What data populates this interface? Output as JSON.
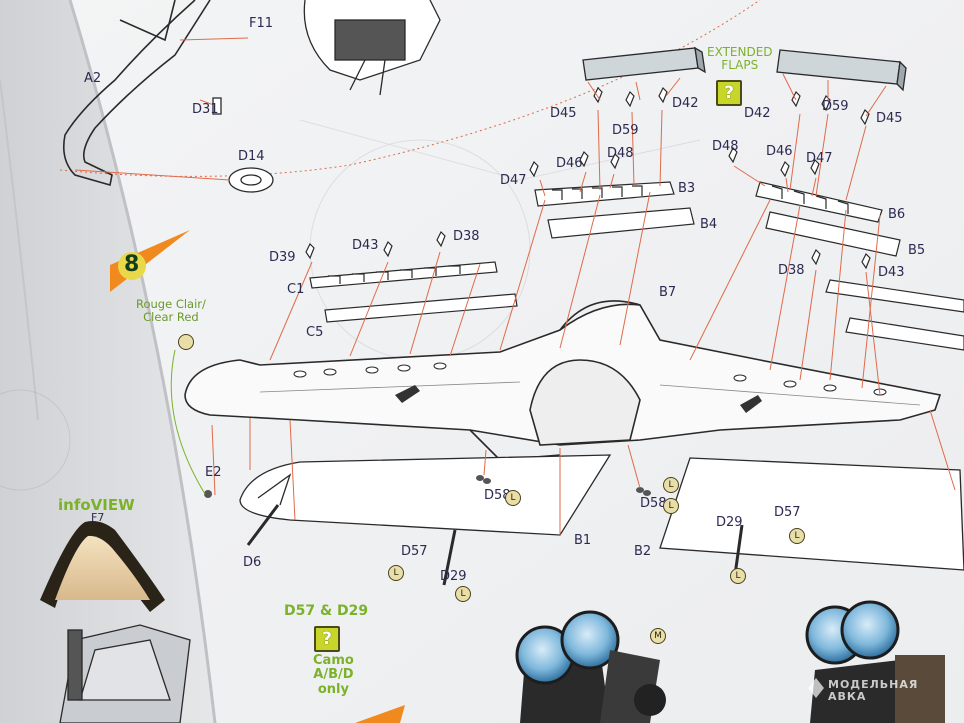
{
  "step": {
    "number": "8"
  },
  "paint_note": {
    "line1": "Rouge Clair/",
    "line2": "Clear Red"
  },
  "extended_flaps": {
    "line1": "EXTENDED",
    "line2": "FLAPS",
    "badge": "?"
  },
  "info_view": {
    "title": "infoVIEW",
    "part": "F7"
  },
  "camo_note": {
    "parts": "D57 & D29",
    "badge": "?",
    "line1": "Camo",
    "line2": "A/B/D",
    "line3": "only"
  },
  "watermark": {
    "line1": "МОДЕЛЬНАЯ",
    "line2": "АВКА"
  },
  "labels": {
    "F11": "F11",
    "A2": "A2",
    "D31": "D31",
    "D14": "D14",
    "D45_left": "D45",
    "D59_left": "D59",
    "D42_left": "D42",
    "D42_right": "D42",
    "D59_right": "D59",
    "D45_right": "D45",
    "D47_left": "D47",
    "D46_left": "D46",
    "D48_left": "D48",
    "D48_right": "D48",
    "D46_right": "D46",
    "D47_right": "D47",
    "B3": "B3",
    "B4": "B4",
    "B6": "B6",
    "B5": "B5",
    "B7": "B7",
    "D39": "D39",
    "D43_left": "D43",
    "D38_left": "D38",
    "D38_right": "D38",
    "D43_right": "D43",
    "C1": "C1",
    "C5": "C5",
    "E2": "E2",
    "D6": "D6",
    "D58_left": "D58",
    "D58_right": "D58",
    "B1": "B1",
    "B2": "B2",
    "D57_left": "D57",
    "D29_left": "D29",
    "D29_right": "D29",
    "D57_right": "D57"
  },
  "paint_codes": [
    "L",
    "L",
    "L",
    "L",
    "L",
    "L",
    "L",
    "M"
  ]
}
